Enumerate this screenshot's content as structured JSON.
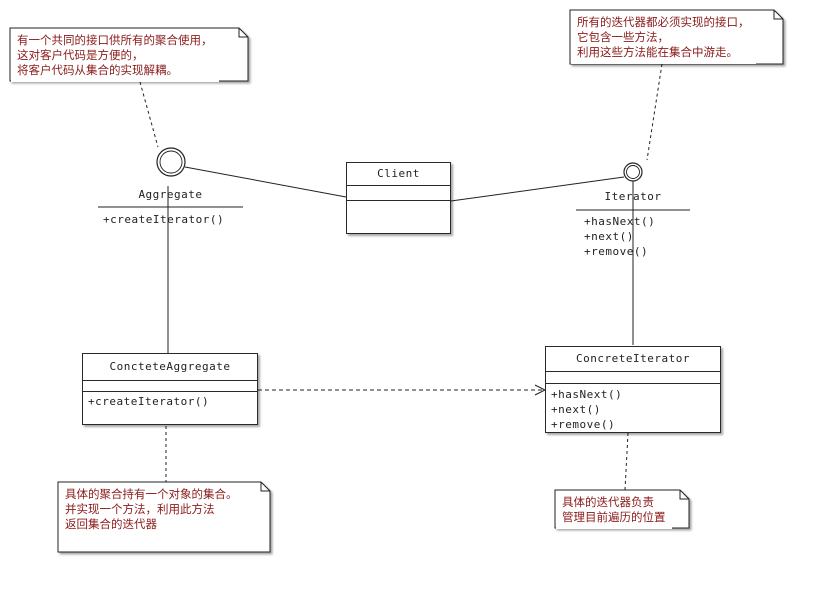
{
  "diagram": {
    "interfaces": {
      "aggregate": {
        "name": "Aggregate",
        "ops": [
          "+createIterator()"
        ]
      },
      "iterator": {
        "name": "Iterator",
        "ops": [
          "+hasNext()",
          "+next()",
          "+remove()"
        ]
      }
    },
    "classes": {
      "client": {
        "name": "Client",
        "ops": []
      },
      "concrete_aggregate": {
        "name": "ConcteteAggregate",
        "ops": [
          "+createIterator()"
        ]
      },
      "concrete_iterator": {
        "name": "ConcreteIterator",
        "ops": [
          "+hasNext()",
          "+next()",
          "+remove()"
        ]
      }
    },
    "notes": {
      "aggregate_note": [
        "有一个共同的接口供所有的聚合使用，",
        "这对客户代码是方便的，",
        "将客户代码从集合的实现解耦。"
      ],
      "iterator_note": [
        "所有的迭代器都必须实现的接口，",
        "它包含一些方法，",
        "利用这些方法能在集合中游走。"
      ],
      "concrete_aggregate_note": [
        "具体的聚合持有一个对象的集合。",
        "并实现一个方法，利用此方法",
        "返回集合的迭代器"
      ],
      "concrete_iterator_note": [
        "具体的迭代器负责",
        "管理目前遍历的位置"
      ]
    },
    "colors": {
      "line": "#222222",
      "note_text": "#8b1a1a"
    }
  }
}
